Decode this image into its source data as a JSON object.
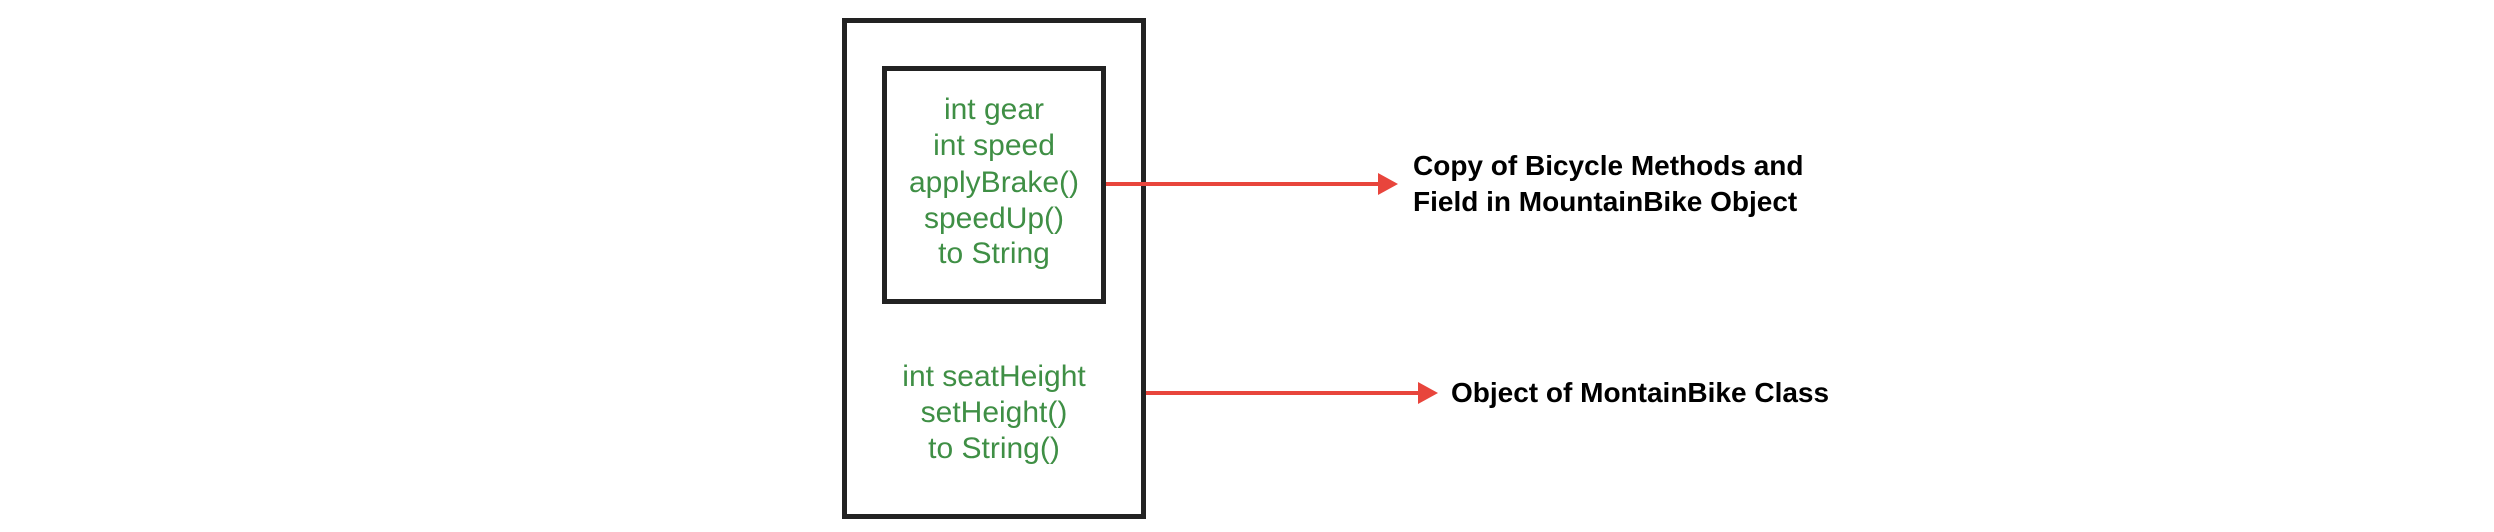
{
  "inner_box": {
    "lines": [
      "int gear",
      "int speed",
      "applyBrake()",
      "speedUp()",
      "to String"
    ]
  },
  "outer_box": {
    "lines": [
      "int seatHeight",
      "setHeight()",
      "to String()"
    ]
  },
  "labels": {
    "copy_line1": "Copy of Bicycle Methods and",
    "copy_line2": "Field in MountainBike Object",
    "object": "Object of MontainBike Class"
  },
  "colors": {
    "text_green": "#3f8f45",
    "arrow_red": "#e8453c",
    "border": "#222222"
  }
}
